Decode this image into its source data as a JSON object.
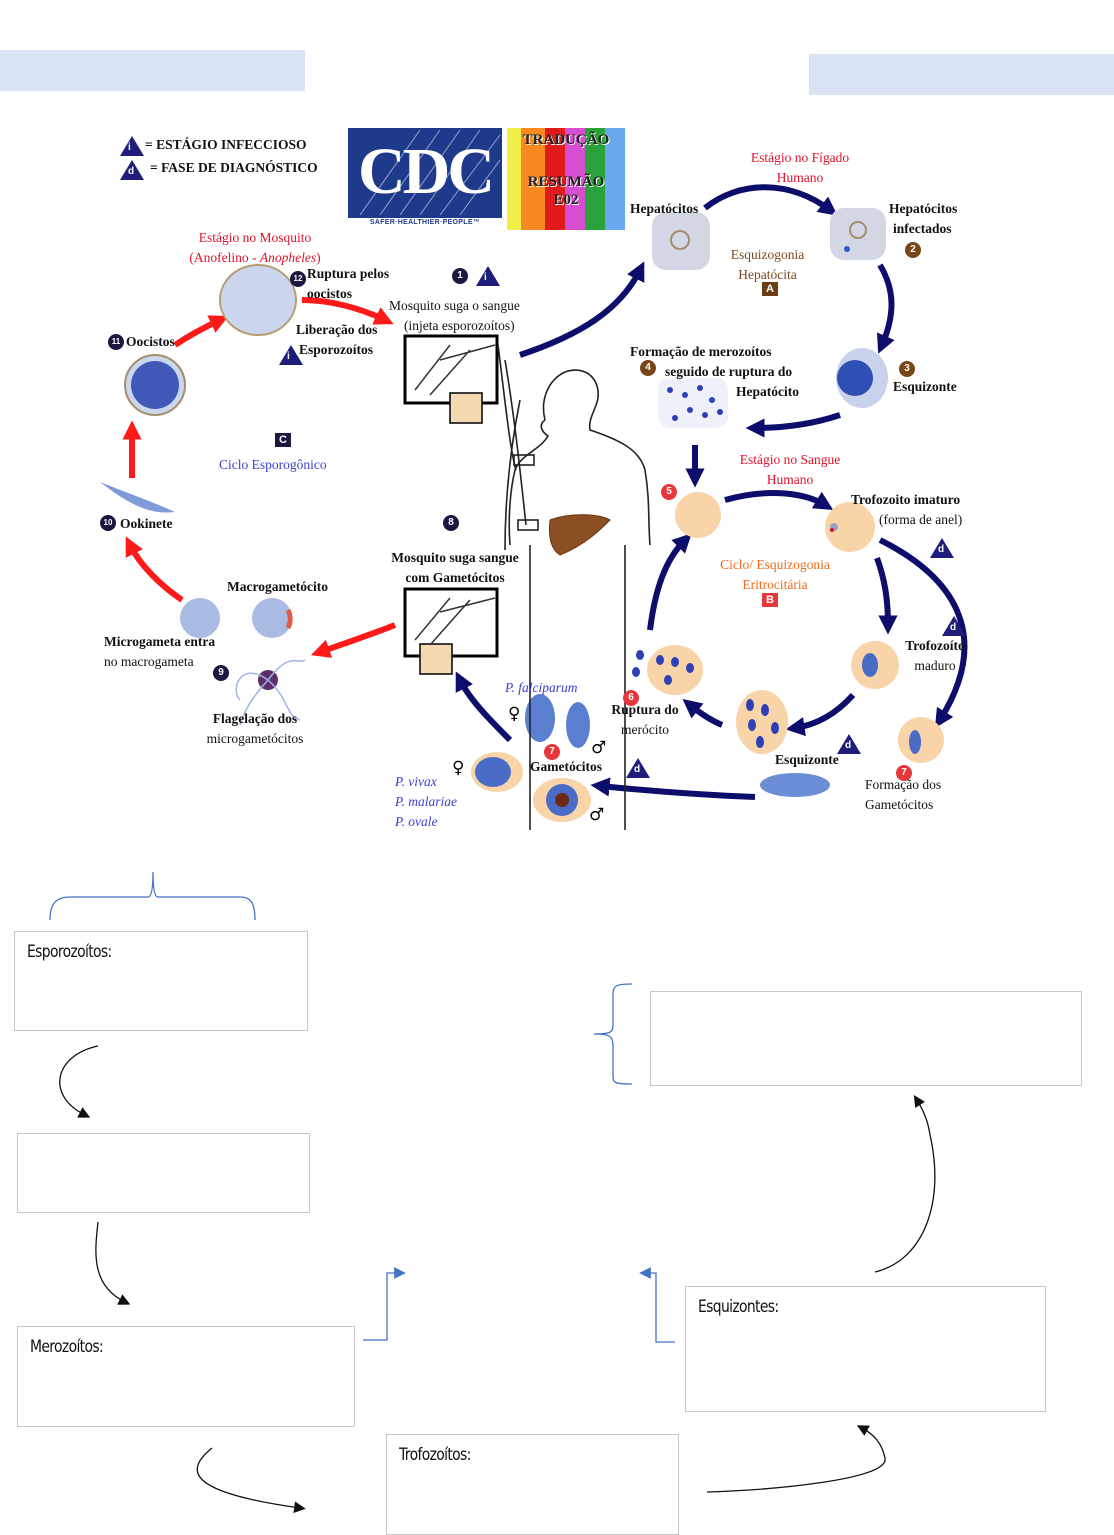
{
  "header": {
    "left_band": "",
    "right_band": ""
  },
  "legend": {
    "infectious": {
      "icon": "i",
      "label": "= ESTÁGIO INFECCIOSO"
    },
    "diagnostic": {
      "icon": "d",
      "label": "= FASE DE DIAGNÓSTICO"
    }
  },
  "logo": {
    "cdc": "CDC",
    "cdc_tagline": "SAFER·HEALTHIER·PEOPLE™",
    "translation": [
      "TRADUÇÃO",
      "RESUMÃO",
      "E02"
    ]
  },
  "diagram": {
    "liver_stage_title": [
      "Estágio no Fígado",
      "Humano"
    ],
    "mosquito_stage_title": [
      "Estágio no Mosquito",
      "(Anofelino - ",
      "Anopheles",
      ")"
    ],
    "blood_stage_title": [
      "Estágio no Sangue",
      "Humano"
    ],
    "hepatic_schizogony": [
      "Esquizogonia",
      "Hepatócita"
    ],
    "hepatic_schizogony_marker": "A",
    "erythrocytic_cycle": [
      "Ciclo/ Esquizogonia",
      "Eritrocitária"
    ],
    "erythrocytic_marker": "B",
    "sporogonic_cycle": "Ciclo Esporogônico",
    "sporogonic_marker": "C",
    "steps": [
      {
        "num": "1",
        "label": [
          "Mosquito suga o sangue",
          "(injeta esporozoítos)"
        ]
      },
      {
        "num": "2",
        "label": [
          "Hepatócitos",
          "infectados"
        ]
      },
      {
        "num": "3",
        "label": [
          "Esquizonte"
        ]
      },
      {
        "num": "4",
        "label": [
          "Formação de merozoítos",
          "seguido de ruptura do",
          "Hepatócito"
        ]
      },
      {
        "num": "5",
        "label": []
      },
      {
        "num": "6",
        "label": [
          "Ruptura do",
          "merócito"
        ]
      },
      {
        "num": "7",
        "label": [
          "Gametócitos"
        ]
      },
      {
        "num": "7",
        "label": [
          "Formação dos",
          "Gametócitos"
        ]
      },
      {
        "num": "8",
        "label": [
          "Mosquito suga sangue",
          "com Gametócitos"
        ]
      },
      {
        "num": "9",
        "label": [
          "Microgameta entra",
          "no macrogameta"
        ]
      },
      {
        "num": "10",
        "label": [
          "Ookinete"
        ]
      },
      {
        "num": "11",
        "label": [
          "Oocistos"
        ]
      },
      {
        "num": "12",
        "label": [
          "Ruptura pelos",
          "oocistos"
        ]
      }
    ],
    "hepatocytes": "Hepatócitos",
    "release_sporozoites": [
      "Liberação dos",
      "Esporozoítos"
    ],
    "immature_trophozoite": [
      "Trofozoito imaturo",
      "(forma de anel)"
    ],
    "mature_trophozoite": [
      "Trofozoíto",
      "maduro"
    ],
    "blood_schizont": "Esquizonte",
    "macrogametocyte": "Macrogametócito",
    "flagellation": [
      "Flagelação dos",
      "microgametócitos"
    ],
    "species_falciparum": "P. falciparum",
    "species_others": [
      "P. vivax",
      "P. malariae",
      "P. ovale"
    ],
    "diag_icon": "d",
    "inf_icon": "i"
  },
  "worksheet": {
    "boxes": [
      {
        "id": "sporozoites",
        "title": "Esporozoítos:",
        "content": ""
      },
      {
        "id": "blank-2",
        "title": "",
        "content": ""
      },
      {
        "id": "merozoites",
        "title": "Merozoítos:",
        "content": ""
      },
      {
        "id": "trophozoites",
        "title": "Trofozoítos:",
        "content": ""
      },
      {
        "id": "schizonts",
        "title": "Esquizontes:",
        "content": ""
      },
      {
        "id": "blank-right",
        "title": "",
        "content": ""
      }
    ]
  }
}
